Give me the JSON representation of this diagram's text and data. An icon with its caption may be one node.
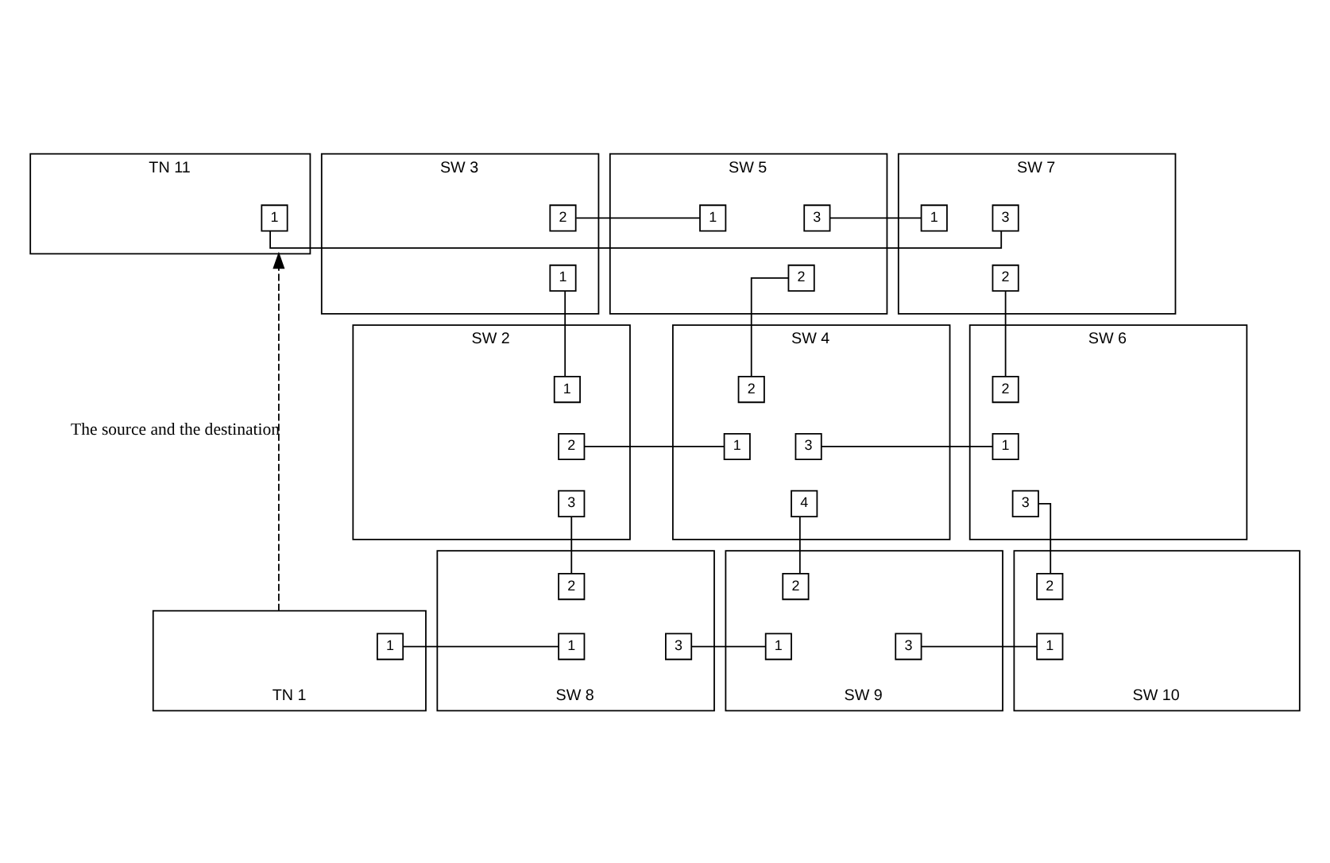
{
  "diagram": {
    "nodes": [
      {
        "text": [
          "SW 3"
        ]
      },
      {
        "text": [
          "2"
        ],
        "in": 0
      },
      {
        "text": [
          "1"
        ],
        "in": 0
      },
      {
        "text": [
          "SW 5"
        ]
      },
      {
        "text": [
          "1"
        ],
        "in": 3
      },
      {
        "text": [
          "3"
        ],
        "in": 3
      },
      {
        "text": [
          "2"
        ],
        "in": 3
      },
      {
        "text": [
          "SW 7"
        ]
      },
      {
        "text": [
          "1"
        ],
        "in": 7
      },
      {
        "text": [
          "3"
        ],
        "in": 7
      },
      {
        "text": [
          "2"
        ],
        "in": 7
      },
      {
        "text": [
          "TN 11"
        ]
      },
      {
        "text": [
          "1"
        ],
        "in": 11
      },
      {
        "text": [
          "SW 2"
        ]
      },
      {
        "text": [
          "1"
        ],
        "in": 13
      },
      {
        "text": [
          "2"
        ],
        "in": 13
      },
      {
        "text": [
          "3"
        ],
        "in": 13
      },
      {
        "text": [
          "SW 4"
        ]
      },
      {
        "text": [
          "2"
        ],
        "in": 17
      },
      {
        "text": [
          "1"
        ],
        "in": 17
      },
      {
        "text": [
          "3"
        ],
        "in": 17
      },
      {
        "text": [
          "4"
        ],
        "in": 17
      },
      {
        "text": [
          "SW 6"
        ]
      },
      {
        "text": [
          "2"
        ],
        "in": 22
      },
      {
        "text": [
          "1"
        ],
        "in": 22
      },
      {
        "text": [
          "3"
        ],
        "in": 22
      },
      {
        "text": [
          "TN 1"
        ]
      },
      {
        "text": [
          "1"
        ],
        "in": 26
      },
      {
        "text": [
          "SW 8"
        ]
      },
      {
        "text": [
          "2"
        ],
        "in": 28
      },
      {
        "text": [
          "1"
        ],
        "in": 28
      },
      {
        "text": [
          "3"
        ],
        "in": 28
      },
      {
        "text": [
          "SW 9"
        ]
      },
      {
        "text": [
          "2"
        ],
        "in": 32
      },
      {
        "text": [
          "1"
        ],
        "in": 32
      },
      {
        "text": [
          "3"
        ],
        "in": 32
      },
      {
        "text": [
          "SW 10"
        ]
      },
      {
        "text": [
          "2"
        ],
        "in": 36
      },
      {
        "text": [
          "1"
        ],
        "in": 36
      }
    ],
    "edges": [
      {
        "from": 1,
        "to": 4,
        "arrow": "none"
      },
      {
        "from": 5,
        "to": 8,
        "arrow": "none"
      },
      {
        "from": 9,
        "to": 12,
        "arrow": "none"
      },
      {
        "from": 2,
        "to": 14,
        "arrow": "none"
      },
      {
        "from": 6,
        "to": 18,
        "arrow": "none"
      },
      {
        "from": 10,
        "to": 23,
        "arrow": "none"
      },
      {
        "from": 15,
        "to": 19,
        "arrow": "none"
      },
      {
        "from": 20,
        "to": 24,
        "arrow": "none"
      },
      {
        "from": 16,
        "to": 29,
        "arrow": "none"
      },
      {
        "from": 21,
        "to": 33,
        "arrow": "none"
      },
      {
        "from": 25,
        "to": 37,
        "arrow": "none"
      },
      {
        "from": 27,
        "to": 30,
        "arrow": "none"
      },
      {
        "from": 31,
        "to": 34,
        "arrow": "none"
      },
      {
        "from": 35,
        "to": 38,
        "arrow": "none"
      },
      {
        "from": 26,
        "to": 11,
        "arrow": "to",
        "style": "dashed",
        "label": "The source and the destination"
      }
    ]
  }
}
